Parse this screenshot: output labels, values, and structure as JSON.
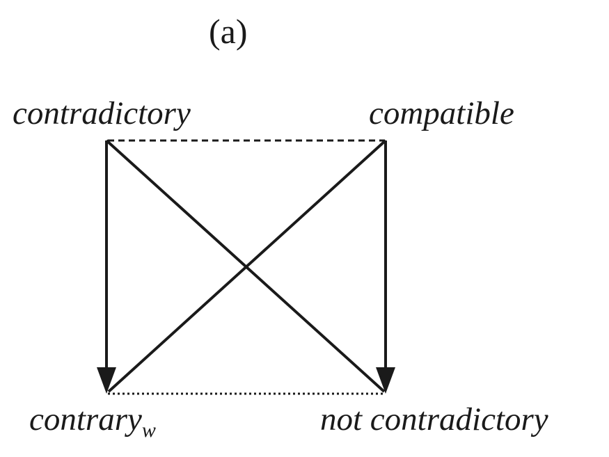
{
  "title": "(a)",
  "nodes": {
    "top_left": "contradictory",
    "top_right": "compatible",
    "bottom_left": "contrary",
    "bottom_left_subscript": "w",
    "bottom_right": "not contradictory"
  },
  "edges": [
    {
      "from": "contradictory",
      "to": "compatible",
      "style": "dashed"
    },
    {
      "from": "contrary_w",
      "to": "not contradictory",
      "style": "dotted"
    },
    {
      "from": "contradictory",
      "to": "contrary_w",
      "style": "arrow"
    },
    {
      "from": "compatible",
      "to": "not contradictory",
      "style": "arrow"
    },
    {
      "from": "contradictory",
      "to": "not contradictory",
      "style": "solid"
    },
    {
      "from": "compatible",
      "to": "contrary_w",
      "style": "solid"
    }
  ],
  "colors": {
    "stroke": "#1a1a1a",
    "background": "#ffffff"
  }
}
